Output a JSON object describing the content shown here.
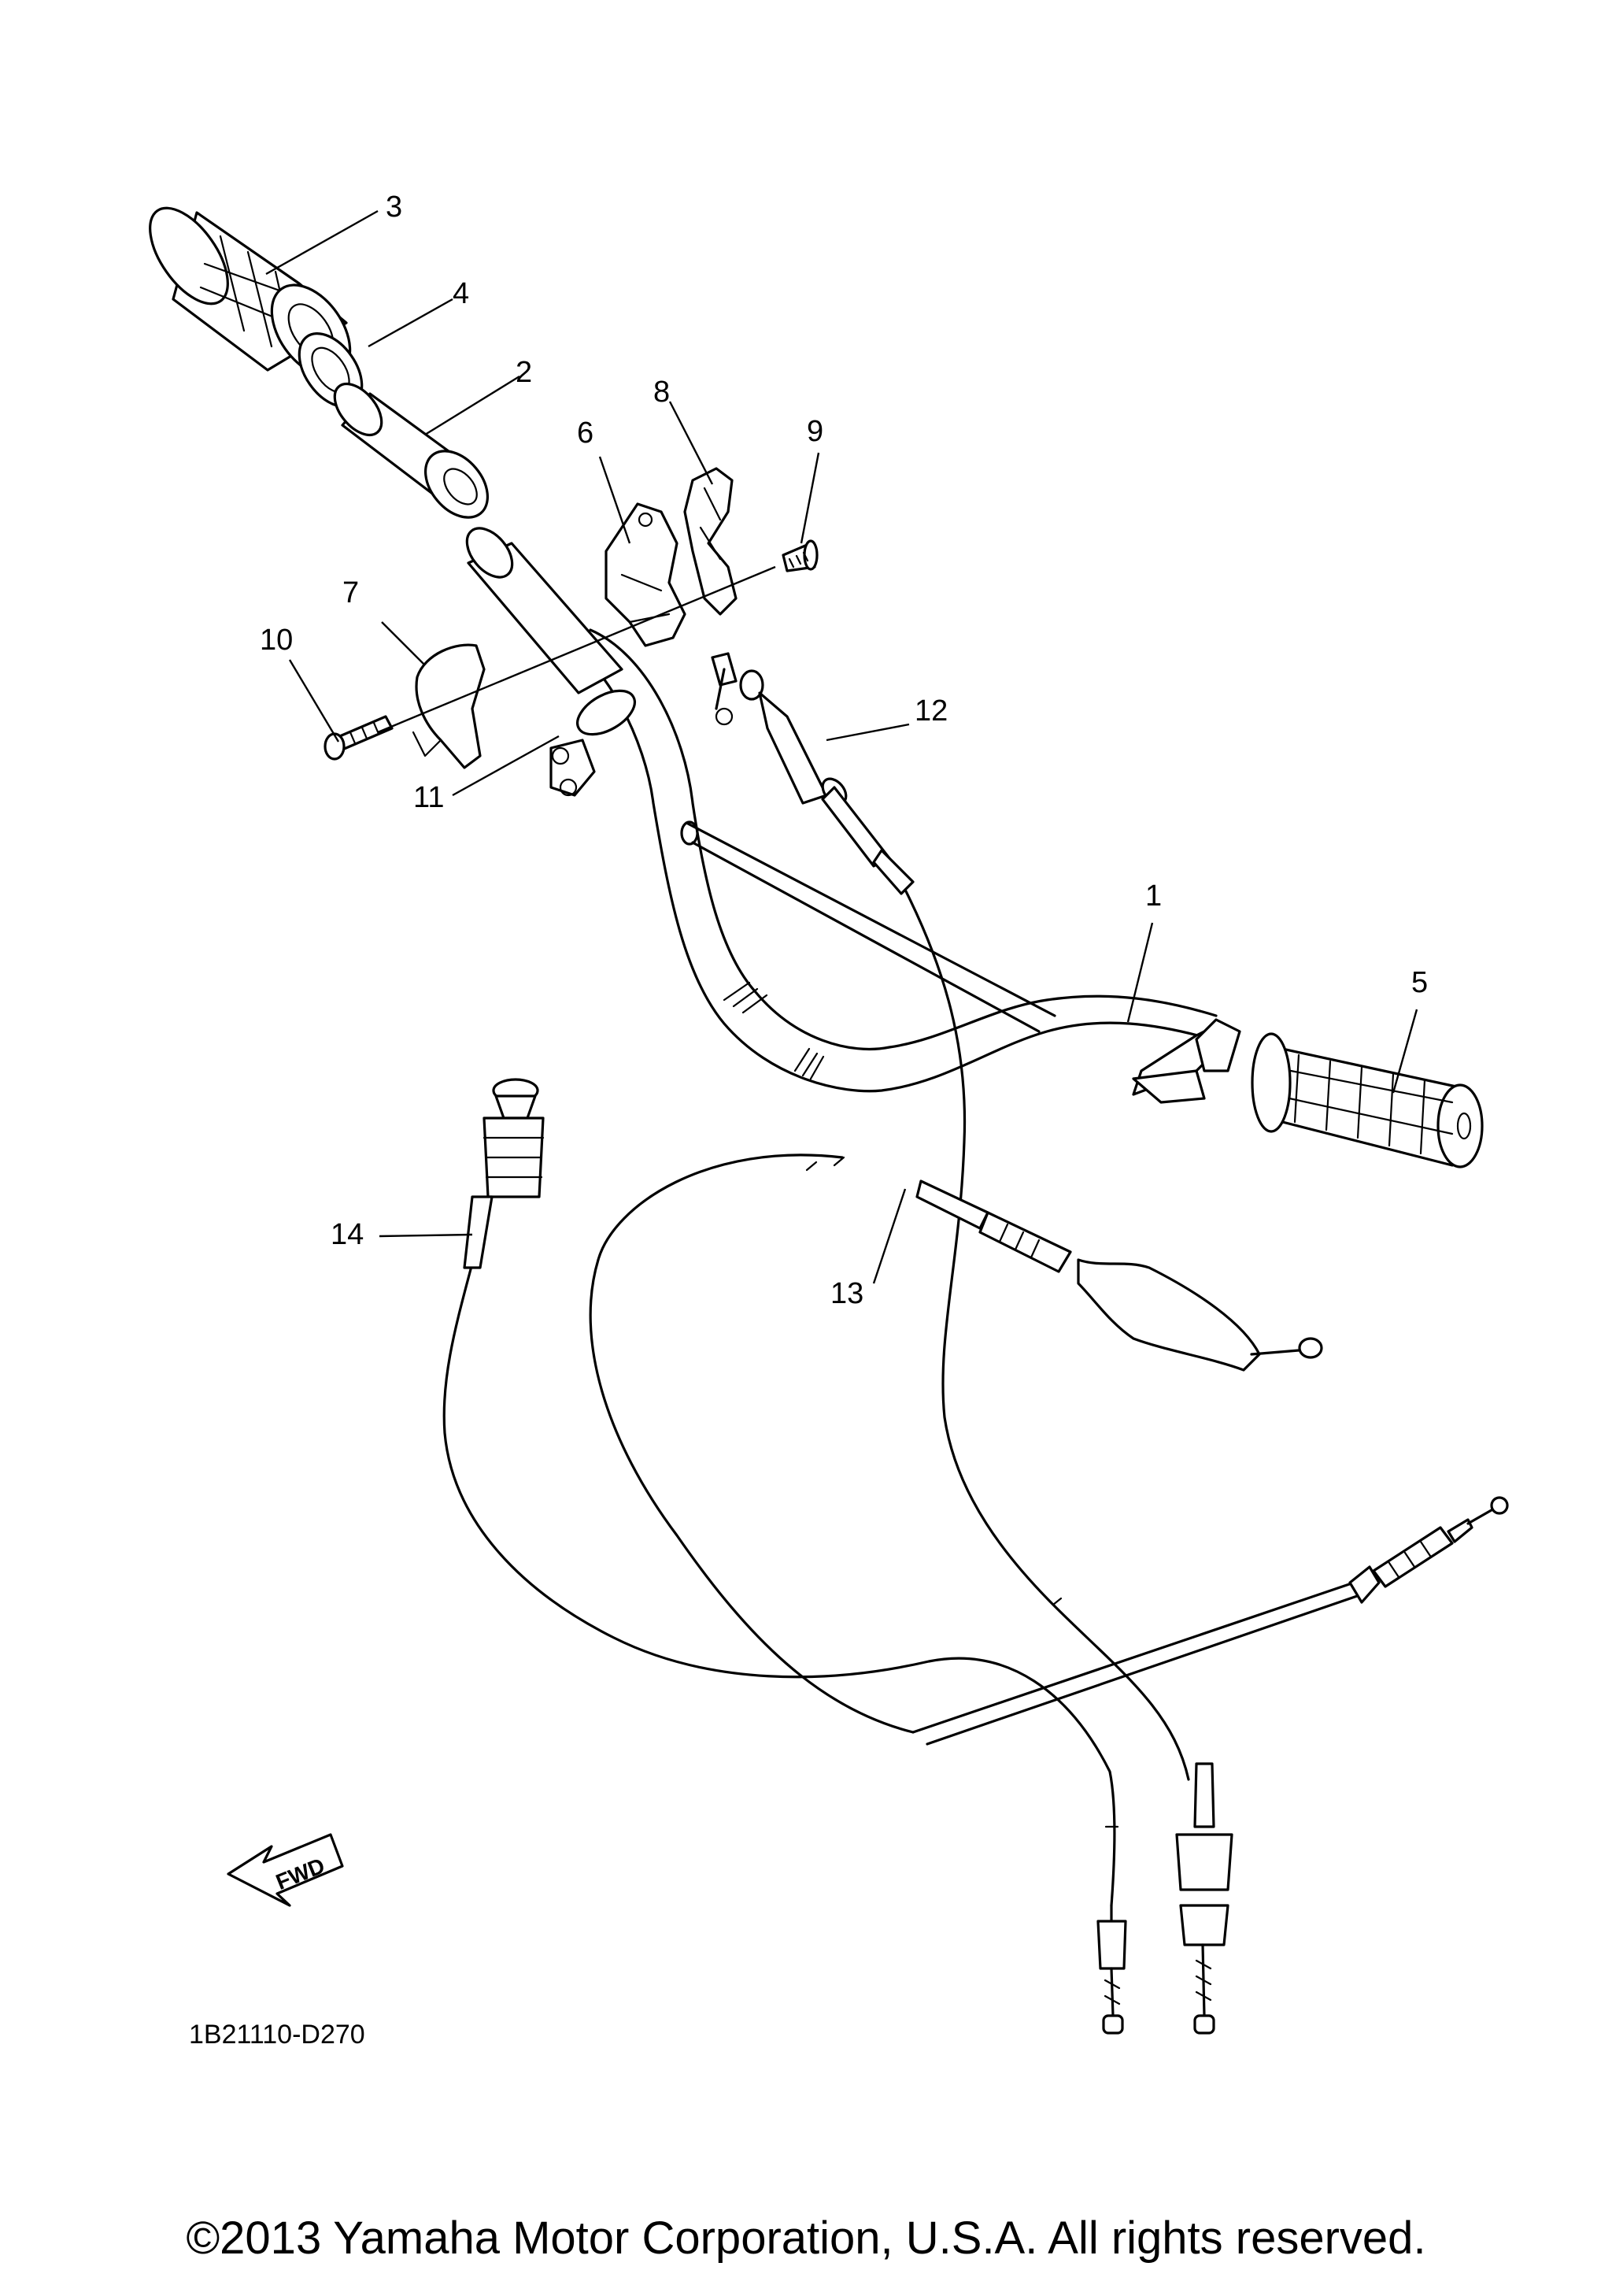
{
  "callouts": [
    {
      "id": "1",
      "label": "1"
    },
    {
      "id": "2",
      "label": "2"
    },
    {
      "id": "3",
      "label": "3"
    },
    {
      "id": "4",
      "label": "4"
    },
    {
      "id": "5",
      "label": "5"
    },
    {
      "id": "6",
      "label": "6"
    },
    {
      "id": "7",
      "label": "7"
    },
    {
      "id": "8",
      "label": "8"
    },
    {
      "id": "9",
      "label": "9"
    },
    {
      "id": "10",
      "label": "10"
    },
    {
      "id": "11",
      "label": "11"
    },
    {
      "id": "12",
      "label": "12"
    },
    {
      "id": "13",
      "label": "13"
    },
    {
      "id": "14",
      "label": "14"
    }
  ],
  "fwd_label": "FWD",
  "diagram_code": "1B21110-D270",
  "copyright": "©2013 Yamaha Motor Corporation, U.S.A. All rights reserved."
}
